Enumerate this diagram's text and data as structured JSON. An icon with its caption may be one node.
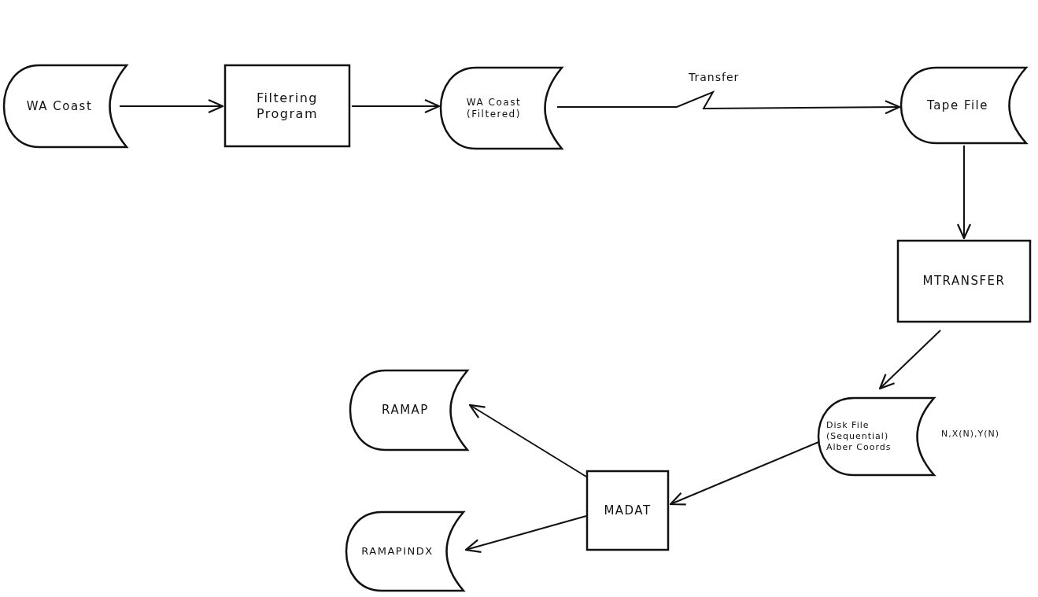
{
  "diagram": {
    "nodes": [
      {
        "text": [
          "WA Coast"
        ]
      },
      {
        "text": [
          "Filtering Program"
        ]
      },
      {
        "text": [
          "WA Coast (Filtered)"
        ]
      },
      {
        "text": [
          "Tape File"
        ]
      },
      {
        "text": [
          "MTRANSFER"
        ]
      },
      {
        "text": [
          "Disk File (Sequential) Alber Coords"
        ],
        "beside": [
          "N,X(N),Y(N)"
        ]
      },
      {
        "text": [
          "MADAT"
        ]
      },
      {
        "text": [
          "RAMAP"
        ]
      },
      {
        "text": [
          "RAMAPINDX"
        ]
      }
    ],
    "edges": [
      {
        "from": 0,
        "to": 1,
        "arrow": "to"
      },
      {
        "from": 1,
        "to": 2,
        "arrow": "to"
      },
      {
        "from": 2,
        "to": 3,
        "arrow": "to",
        "label": "Transfer"
      },
      {
        "from": 3,
        "to": 4,
        "arrow": "to"
      },
      {
        "from": 4,
        "to": 5,
        "arrow": "to"
      },
      {
        "from": 5,
        "to": 6,
        "arrow": "to"
      },
      {
        "from": 6,
        "to": 7,
        "arrow": "to"
      },
      {
        "from": 6,
        "to": 8,
        "arrow": "to"
      }
    ]
  }
}
